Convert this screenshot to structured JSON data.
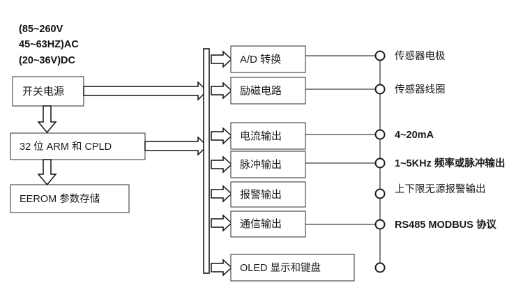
{
  "diagram": {
    "title": "electromagnetic flowmeter converter block diagram",
    "power_spec": {
      "line1": "(85~260V",
      "line2": "45~63HZ)AC",
      "line3": "(20~36V)DC"
    },
    "left_blocks": [
      {
        "id": "switching-power-supply",
        "label": "开关电源"
      },
      {
        "id": "arm-cpld",
        "label": "32 位 ARM 和 CPLD"
      },
      {
        "id": "eerom-storage",
        "label": "EEROM 参数存储"
      }
    ],
    "function_blocks": [
      {
        "id": "ad-conversion",
        "label": "A/D 转换",
        "terminal": "传感器电极",
        "terminal_bold": false,
        "connected": true
      },
      {
        "id": "excitation-circuit",
        "label": "励磁电路",
        "terminal": "传感器线圈",
        "terminal_bold": false,
        "connected": true
      },
      {
        "id": "current-output",
        "label": "电流输出",
        "terminal": "4~20mA",
        "terminal_bold": true,
        "connected": true
      },
      {
        "id": "pulse-output",
        "label": "脉冲输出",
        "terminal": "1~5KHz 频率或脉冲输出",
        "terminal_bold": true,
        "connected": true
      },
      {
        "id": "alarm-output",
        "label": "报警输出",
        "terminal": "上下限无源报警输出",
        "terminal_bold": false,
        "connected": false
      },
      {
        "id": "communication-output",
        "label": "通信输出",
        "terminal": "RS485 MODBUS 协议",
        "terminal_bold": true,
        "connected": true
      },
      {
        "id": "oled-display-keypad",
        "label": "OLED 显示和键盘",
        "terminal": "",
        "terminal_bold": false,
        "connected": false
      }
    ],
    "colors": {
      "background": "#ffffff",
      "stroke": "#3d3d3d",
      "arrow_stroke": "#111111",
      "text": "#1a1a1a"
    }
  }
}
